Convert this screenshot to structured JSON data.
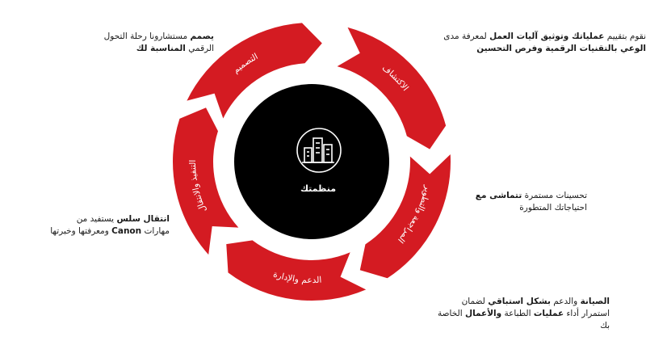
{
  "center": {
    "label": "منظمتك",
    "icon": "office-buildings-icon"
  },
  "colors": {
    "segment": "#d41b22",
    "core": "#000000",
    "segment_text": "#ffffff",
    "icon": "#ffffff"
  },
  "segments": [
    {
      "key": "discovery",
      "label": "الاكتشاف"
    },
    {
      "key": "review",
      "label": "المراجعة والتطوير"
    },
    {
      "key": "support",
      "label": "الدعم والإدارة"
    },
    {
      "key": "deploy",
      "label": "التنفيذ والانتقال"
    },
    {
      "key": "design",
      "label": "التصميم"
    }
  ],
  "notes": {
    "discovery": {
      "p1": "نقوم بتقييم ",
      "b1": "عملياتك وتوثيق آليات العمل",
      "p2": " لمعرفة مدى ",
      "b2": "الوعي بالتقنيات الرقمية وفرص التحسين",
      "p3": ""
    },
    "design": {
      "p1": "",
      "b1": "يصمم",
      "p2": " مستشارونا رحلة التحول الرقمي ",
      "b2": "المناسبة لك",
      "p3": ""
    },
    "review": {
      "p1": "تحسينات مستمرة ",
      "b1": "تتماشى مع",
      "p2": " احتياجاتك المتطورة",
      "b2": "",
      "p3": ""
    },
    "deploy": {
      "p1": "",
      "b1": "انتقال سلس",
      "p2": " يستفيد من مهارات ",
      "b2": "Canon",
      "p3": " ومعرفتها وخبرتها"
    },
    "support": {
      "p1": "",
      "b1": "الصيانة",
      "p2": " والدعم ",
      "b2": "بشكل استباقي",
      "p3": " لضمان استمرار أداء ",
      "b3": "عمليات",
      "p4": " الطباعة ",
      "b4": "والأعمال",
      "p5": " الخاصة بك"
    }
  }
}
